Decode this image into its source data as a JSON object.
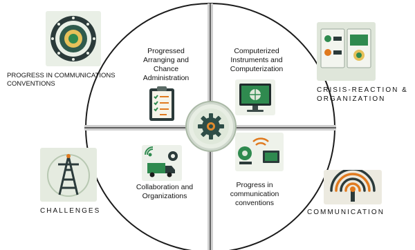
{
  "quadrants": {
    "top_left": "Progressed Arranging and Chance Administration",
    "top_right": "Computerized Instruments and Computerization",
    "bottom_left": "Collaboration and Organizations",
    "bottom_right": "Progress in communication conventions"
  },
  "side_labels": {
    "top_left": "PROGRESS IN COMMUNICATIONS CONVENTIONS",
    "top_right": "CRISIS-REACTION & ORGANIZATION",
    "bottom_left": "CHALLENGES",
    "bottom_right": "COMMUNICATION"
  },
  "colors": {
    "circle_fill": "#ffffff",
    "divider": "#c9c9c9",
    "accent_green": "#2f8a4f",
    "accent_dark": "#2b3a3a",
    "accent_orange": "#e07a1f",
    "tile_bg": "#e9efe6"
  },
  "icons": [
    "gear-icon",
    "clipboard-checklist-icon",
    "monitor-icon",
    "truck-icon",
    "wifi-device-icon",
    "target-icon",
    "tower-icon",
    "dashboard-icon",
    "signal-waves-icon"
  ]
}
